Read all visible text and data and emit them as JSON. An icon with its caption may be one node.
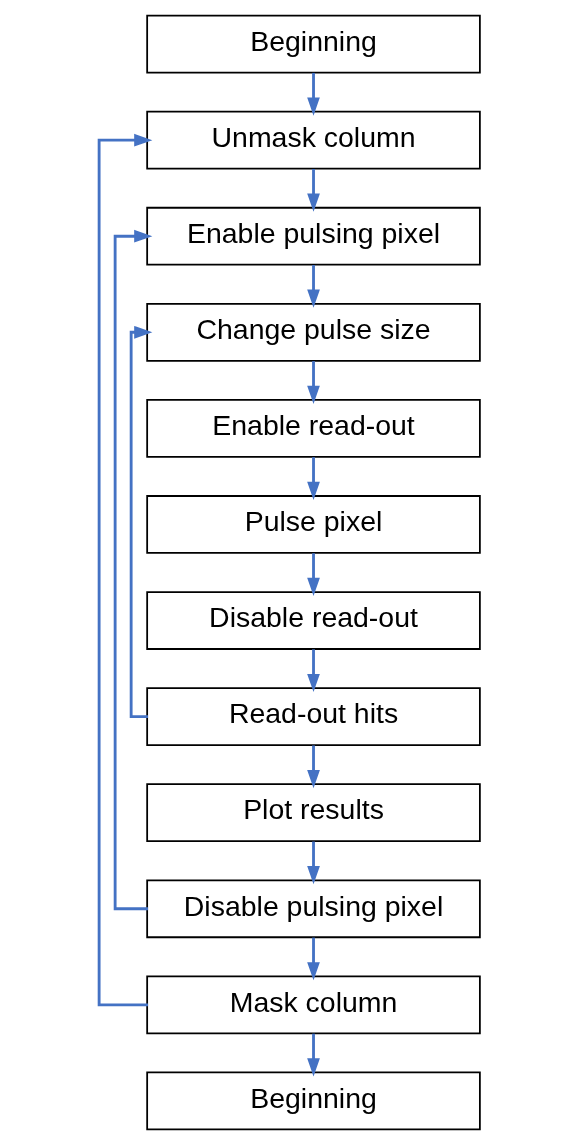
{
  "diagram": {
    "nodes": [
      {
        "text": [
          "Beginning"
        ]
      },
      {
        "text": [
          "Unmask column"
        ]
      },
      {
        "text": [
          "Enable pulsing pixel"
        ]
      },
      {
        "text": [
          "Change pulse size"
        ]
      },
      {
        "text": [
          "Enable read-out"
        ]
      },
      {
        "text": [
          "Pulse pixel"
        ]
      },
      {
        "text": [
          "Disable read-out"
        ]
      },
      {
        "text": [
          "Read-out hits"
        ]
      },
      {
        "text": [
          "Plot results"
        ]
      },
      {
        "text": [
          "Disable pulsing pixel"
        ]
      },
      {
        "text": [
          "Mask column"
        ]
      },
      {
        "text": [
          "Beginning"
        ]
      }
    ],
    "edges": [
      {
        "from": 0,
        "to": 1,
        "arrow": "to"
      },
      {
        "from": 1,
        "to": 2,
        "arrow": "to"
      },
      {
        "from": 2,
        "to": 3,
        "arrow": "to"
      },
      {
        "from": 3,
        "to": 4,
        "arrow": "to"
      },
      {
        "from": 4,
        "to": 5,
        "arrow": "to"
      },
      {
        "from": 5,
        "to": 6,
        "arrow": "to"
      },
      {
        "from": 6,
        "to": 7,
        "arrow": "to"
      },
      {
        "from": 7,
        "to": 3,
        "arrow": "to"
      },
      {
        "from": 7,
        "to": 8,
        "arrow": "to"
      },
      {
        "from": 8,
        "to": 9,
        "arrow": "to"
      },
      {
        "from": 9,
        "to": 2,
        "arrow": "to"
      },
      {
        "from": 9,
        "to": 10,
        "arrow": "to"
      },
      {
        "from": 10,
        "to": 1,
        "arrow": "to"
      },
      {
        "from": 10,
        "to": 11,
        "arrow": "to"
      }
    ]
  }
}
